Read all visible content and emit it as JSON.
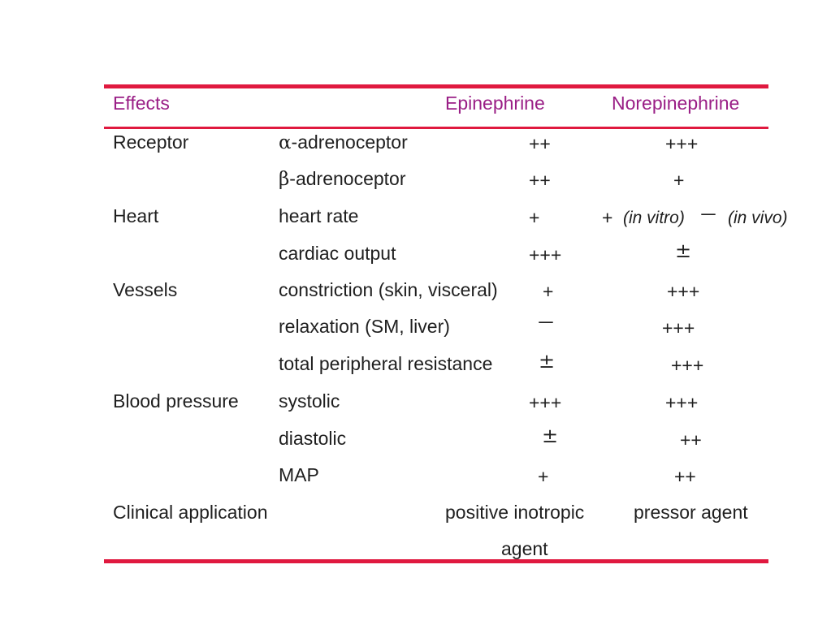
{
  "header": {
    "effects": "Effects",
    "epinephrine": "Epinephrine",
    "norepinephrine": "Norepinephrine"
  },
  "rows": [
    {
      "category": "Receptor",
      "greek": "α",
      "effect": "-adrenoceptor",
      "epi": "++",
      "norepi": "+++"
    },
    {
      "category": "",
      "greek": "β",
      "effect": "-adrenoceptor",
      "epi": "++",
      "norepi": "+"
    },
    {
      "category": "Heart",
      "effect": "heart rate",
      "epi": "+",
      "norepi_plus": "+",
      "norepi_vitro": "(in vitro)",
      "norepi_minus": "－",
      "norepi_vivo": "(in vivo)"
    },
    {
      "category": "",
      "effect": "cardiac output",
      "epi": "+++",
      "norepi": "±"
    },
    {
      "category": "Vessels",
      "effect": "constriction (skin, visceral)",
      "epi": "+",
      "norepi": "+++"
    },
    {
      "category": "",
      "effect": "relaxation (SM, liver)",
      "epi": "－",
      "norepi": "+++"
    },
    {
      "category": "",
      "effect": "total peripheral resistance",
      "epi": "±",
      "norepi": "+++"
    },
    {
      "category": "Blood pressure",
      "effect": "systolic",
      "epi": "+++",
      "norepi": "+++"
    },
    {
      "category": "",
      "effect": "diastolic",
      "epi": "±",
      "norepi": "++"
    },
    {
      "category": "",
      "effect": "MAP",
      "epi": "+",
      "norepi": "++"
    },
    {
      "category": "Clinical application",
      "epi_line1": "positive inotropic",
      "epi_line2": "agent",
      "norepi": "pressor agent"
    }
  ],
  "colors": {
    "rule": "#e0193f",
    "header_text": "#9a1f86",
    "body_text": "#1f1f1f"
  }
}
